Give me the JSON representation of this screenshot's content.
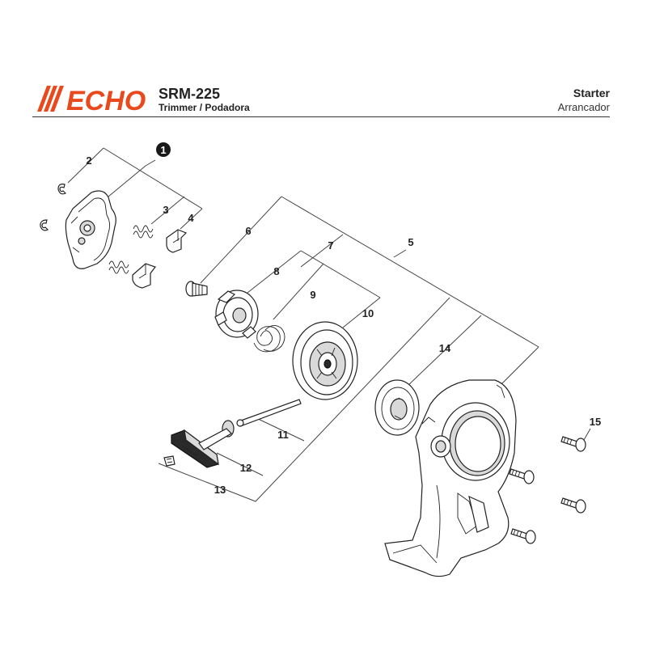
{
  "header": {
    "brand": "ECHO",
    "model": "SRM-225",
    "subtitle": "Trimmer / Podadora",
    "section_title": "Starter",
    "section_subtitle": "Arrancador"
  },
  "colors": {
    "brand_orange": "#e8491d",
    "ink": "#222222",
    "callout_fill": "#1a1a1a"
  },
  "callouts": {
    "c1": "1",
    "c2": "2",
    "c3": "3",
    "c4": "4",
    "c5": "5",
    "c6": "6",
    "c7": "7",
    "c8": "8",
    "c9": "9",
    "c10": "10",
    "c11": "11",
    "c12": "12",
    "c13": "13",
    "c14": "14",
    "c15": "15"
  }
}
